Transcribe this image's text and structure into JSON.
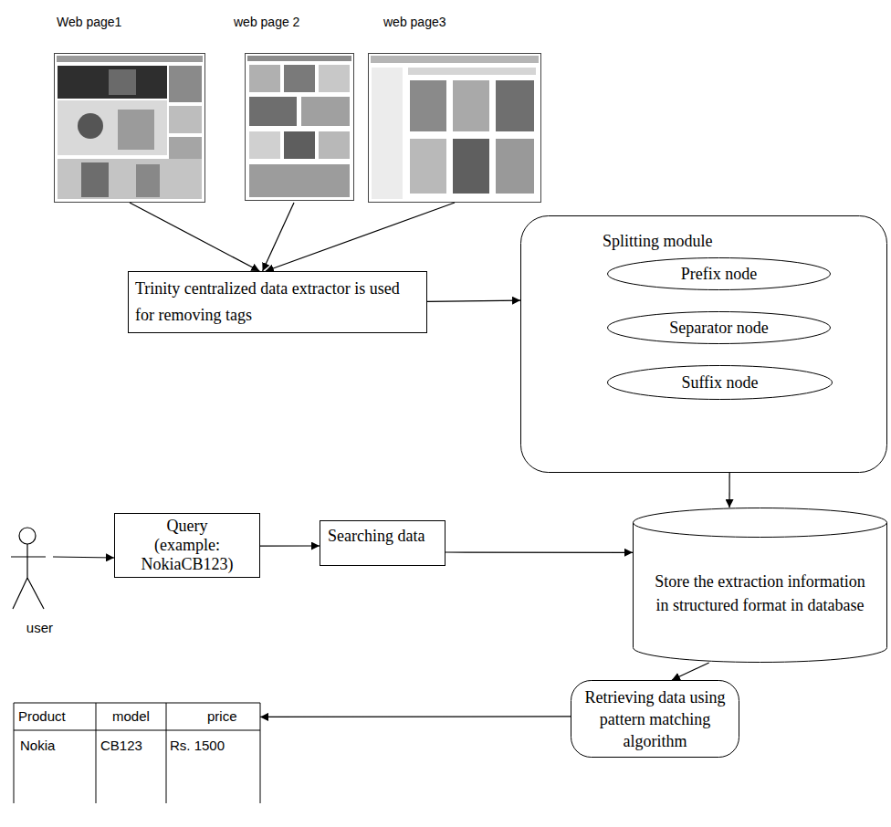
{
  "diagram": {
    "nodes": [
      {
        "text": [
          "Web page1"
        ]
      },
      {
        "text": [
          "web page 2"
        ]
      },
      {
        "text": [
          "web page3"
        ]
      },
      {
        "text": [
          "Trinity centralized data extractor is used for removing tags"
        ]
      },
      {
        "text": [
          "Splitting module"
        ]
      },
      {
        "text": [
          "Prefix node"
        ],
        "in": 4
      },
      {
        "text": [
          "Separator node"
        ],
        "in": 4
      },
      {
        "text": [
          "Suffix node"
        ],
        "in": 4
      },
      {
        "text": [
          "user"
        ]
      },
      {
        "text": [
          "Query (example: NokiaCB123)"
        ]
      },
      {
        "text": [
          "Searching data"
        ]
      },
      {
        "text": [
          "Store the extraction information in structured format in database"
        ]
      },
      {
        "text": [
          "Retrieving data using pattern matching algorithm"
        ]
      },
      {
        "text": [
          "Product",
          "model",
          "price",
          "Nokia",
          "CB123",
          "Rs. 1500"
        ]
      }
    ],
    "edges": [
      {
        "from": 0,
        "to": 3,
        "arrow": "to"
      },
      {
        "from": 1,
        "to": 3,
        "arrow": "to"
      },
      {
        "from": 2,
        "to": 3,
        "arrow": "to"
      },
      {
        "from": 3,
        "to": 4,
        "arrow": "to"
      },
      {
        "from": 4,
        "to": 11,
        "arrow": "to"
      },
      {
        "from": 8,
        "to": 9,
        "arrow": "to"
      },
      {
        "from": 9,
        "to": 10,
        "arrow": "to"
      },
      {
        "from": 10,
        "to": 11,
        "arrow": "to"
      },
      {
        "from": 11,
        "to": 12,
        "arrow": "to"
      },
      {
        "from": 12,
        "to": 13,
        "arrow": "to"
      }
    ]
  }
}
